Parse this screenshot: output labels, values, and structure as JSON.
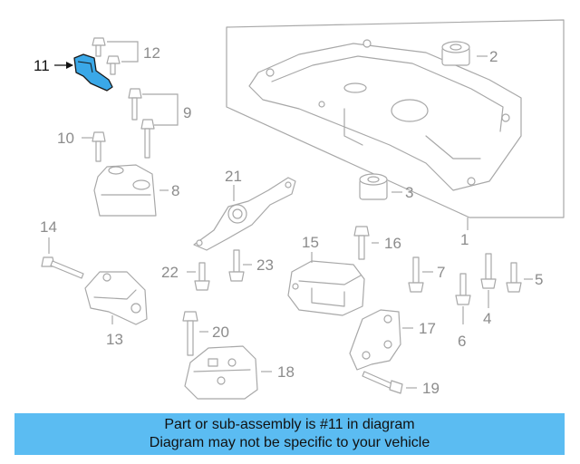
{
  "diagram": {
    "highlight_color": "#3aa8e8",
    "callouts": {
      "c1": "1",
      "c2": "2",
      "c3": "3",
      "c4": "4",
      "c5": "5",
      "c6": "6",
      "c7": "7",
      "c8": "8",
      "c9": "9",
      "c10": "10",
      "c11": "11",
      "c12": "12",
      "c13": "13",
      "c14": "14",
      "c15": "15",
      "c16": "16",
      "c17": "17",
      "c18": "18",
      "c19": "19",
      "c20": "20",
      "c21": "21",
      "c22": "22",
      "c23": "23"
    }
  },
  "footer": {
    "line1": "Part or sub-assembly is #11 in diagram",
    "line2": "Diagram may not be specific to your vehicle",
    "background": "#5bbcf2"
  }
}
